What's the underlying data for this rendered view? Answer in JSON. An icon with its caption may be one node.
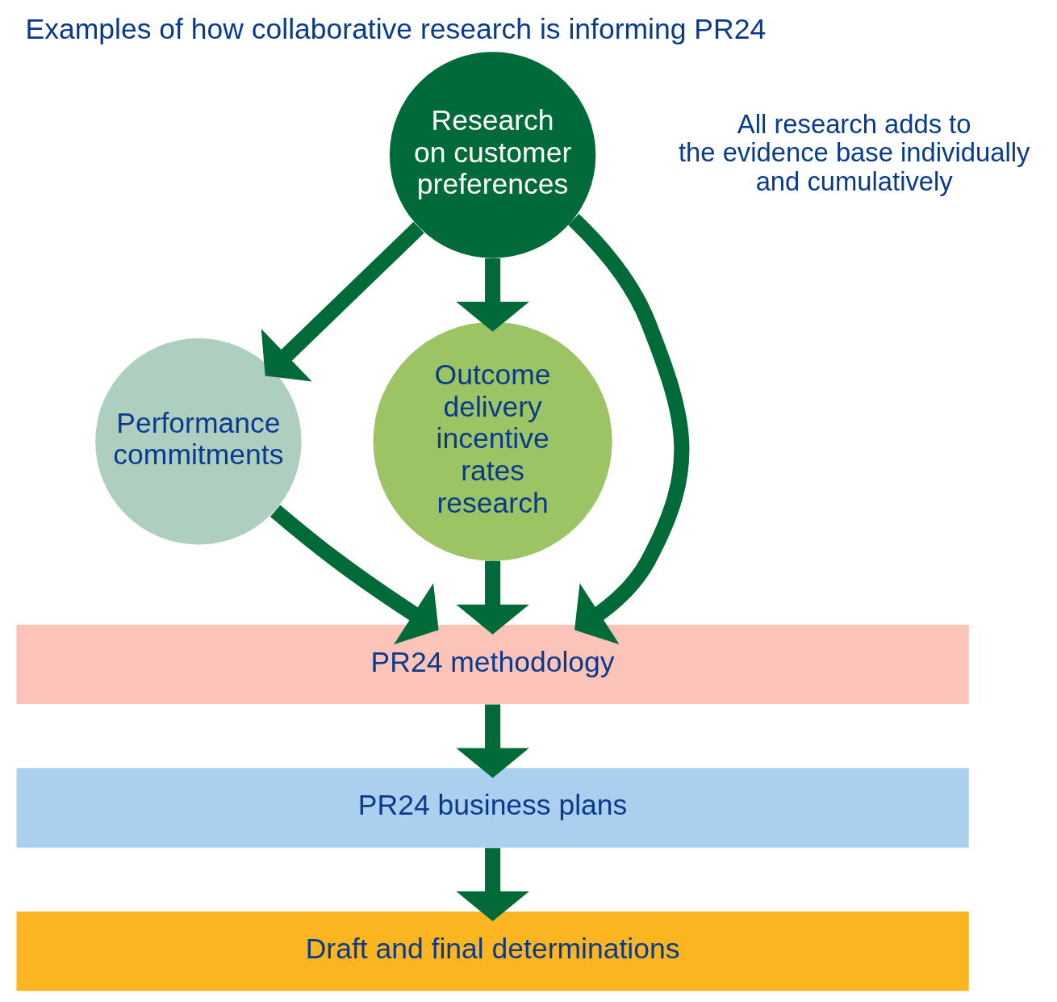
{
  "diagram": {
    "title": "Examples of how collaborative research is informing PR24",
    "nodes": [
      {
        "text": [
          "Research on customer preferences"
        ]
      },
      {
        "text": [
          "Performance commitments"
        ]
      },
      {
        "text": [
          "Outcome delivery incentive rates research"
        ]
      },
      {
        "text": [
          "PR24 methodology"
        ]
      },
      {
        "text": [
          "PR24 business plans"
        ]
      },
      {
        "text": [
          "Draft and final determinations"
        ]
      }
    ],
    "edges": [
      {
        "from": 0,
        "to": 1,
        "arrow": "to"
      },
      {
        "from": 0,
        "to": 2,
        "arrow": "to"
      },
      {
        "from": 0,
        "to": 3,
        "arrow": "to"
      },
      {
        "from": 1,
        "to": 3,
        "arrow": "to"
      },
      {
        "from": 2,
        "to": 3,
        "arrow": "to"
      },
      {
        "from": 3,
        "to": 4,
        "arrow": "to"
      },
      {
        "from": 4,
        "to": 5,
        "arrow": "to"
      }
    ],
    "labels": [
      "All research adds to the evidence base individually and cumulatively"
    ]
  }
}
